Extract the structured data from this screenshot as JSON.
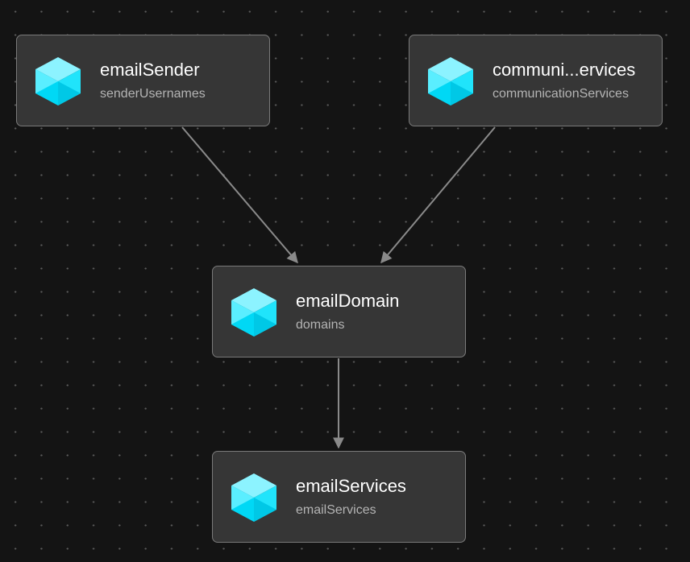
{
  "colors": {
    "background": "#141414",
    "node_fill": "#363636",
    "node_border": "#7a7a7a",
    "edge": "#8a8a8a",
    "icon_accent": "#00d8f5"
  },
  "nodes": [
    {
      "id": "emailSender",
      "title": "emailSender",
      "subtitle": "senderUsernames",
      "icon": "cube-icon"
    },
    {
      "id": "communicationServices",
      "title": "communi...ervices",
      "subtitle": "communicationServices",
      "icon": "cube-icon"
    },
    {
      "id": "emailDomain",
      "title": "emailDomain",
      "subtitle": "domains",
      "icon": "cube-icon"
    },
    {
      "id": "emailServices",
      "title": "emailServices",
      "subtitle": "emailServices",
      "icon": "cube-icon"
    }
  ],
  "edges": [
    {
      "from": "emailSender",
      "to": "emailDomain"
    },
    {
      "from": "communicationServices",
      "to": "emailDomain"
    },
    {
      "from": "emailDomain",
      "to": "emailServices"
    }
  ]
}
